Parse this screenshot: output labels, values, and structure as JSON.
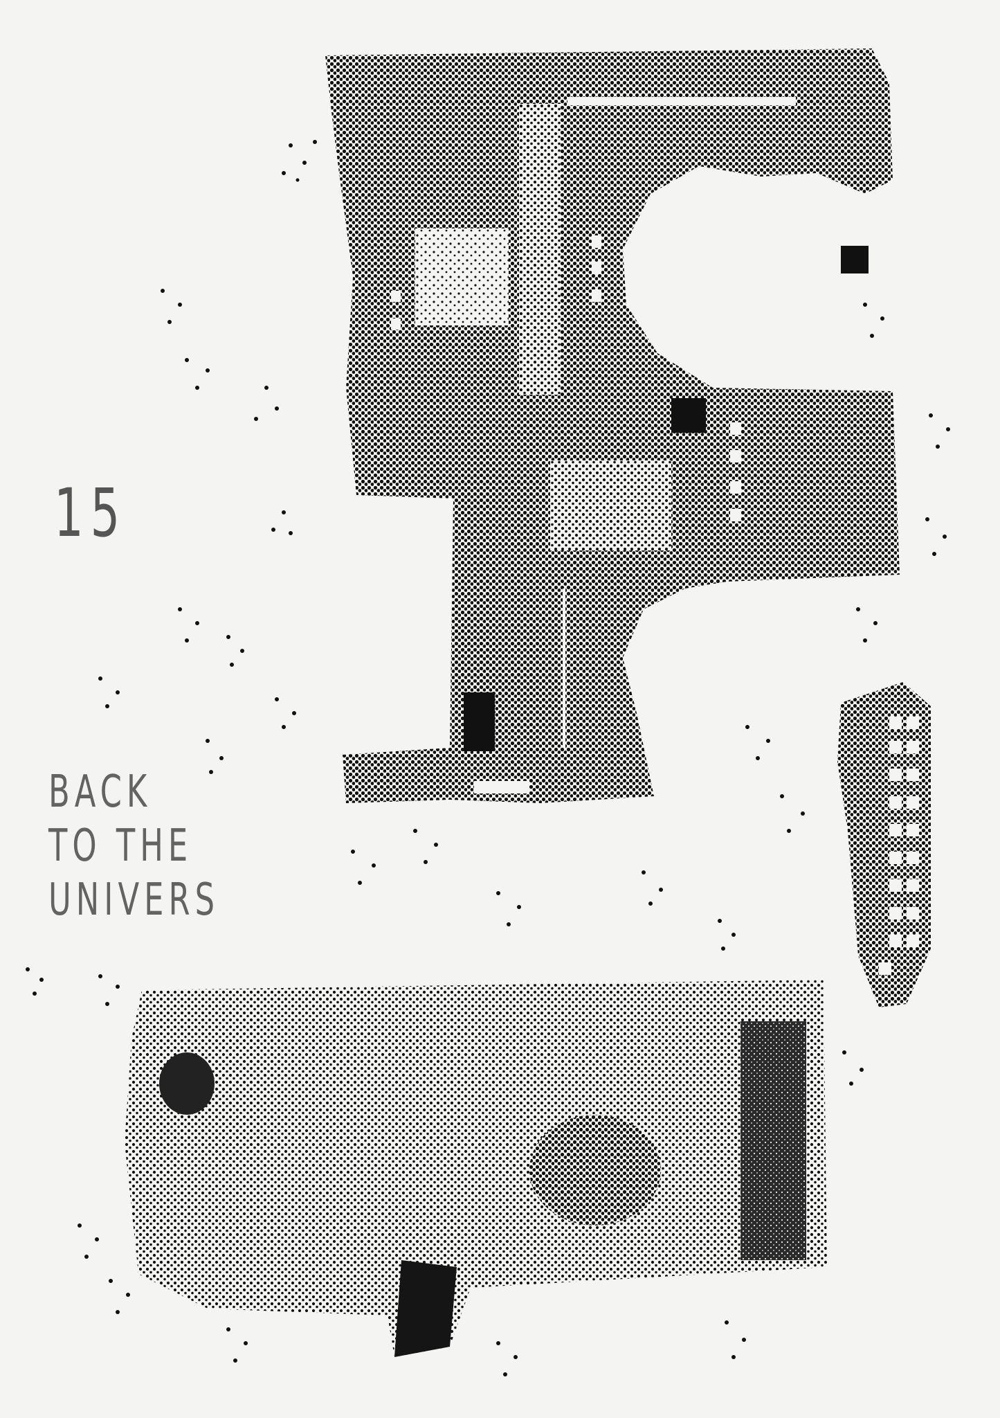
{
  "poster": {
    "issue_number": "15",
    "tagline": {
      "line1": "BACK",
      "line2": "TO THE",
      "line3": "UNIVERS"
    }
  },
  "palette": {
    "paper": "#f4f4f2",
    "ink": "#111111",
    "pencil": "#4a4a4a"
  }
}
